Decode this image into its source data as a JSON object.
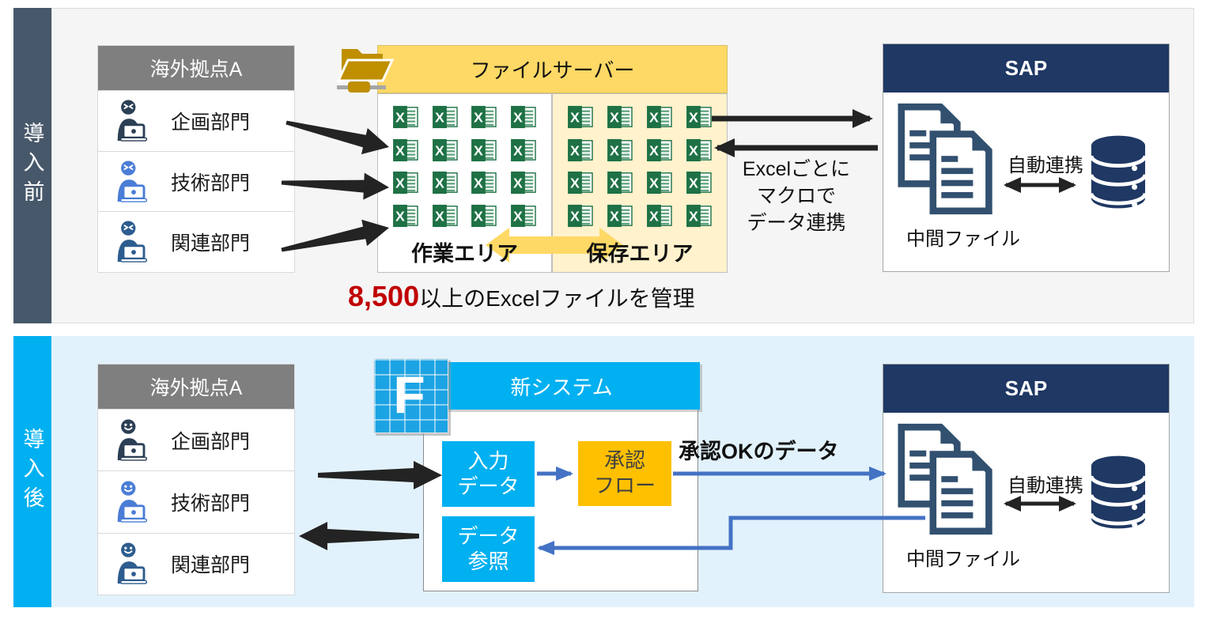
{
  "sections": {
    "before": {
      "label": "導入前",
      "site": {
        "title": "海外拠点A",
        "departments": [
          {
            "label": "企画部門"
          },
          {
            "label": "技術部門"
          },
          {
            "label": "関連部門"
          }
        ]
      },
      "file_server": {
        "title": "ファイルサーバー",
        "work_area_label": "作業エリア",
        "save_area_label": "保存エリア"
      },
      "caption": {
        "highlight": "8,500",
        "rest": "以上のExcelファイルを管理"
      },
      "macro_note": "Excelごとに\nマクロで\nデータ連携",
      "sap": {
        "title": "SAP",
        "file_label": "中間ファイル",
        "link_label": "自動連携"
      }
    },
    "after": {
      "label": "導入後",
      "site": {
        "title": "海外拠点A",
        "departments": [
          {
            "label": "企画部門"
          },
          {
            "label": "技術部門"
          },
          {
            "label": "関連部門"
          }
        ]
      },
      "system": {
        "title": "新システム",
        "logo_letter": "F",
        "input_label": "入力\nデータ",
        "approval_label": "承認\nフロー",
        "reference_label": "データ\n参照"
      },
      "approved_label": "承認OKのデータ",
      "sap": {
        "title": "SAP",
        "file_label": "中間ファイル",
        "link_label": "自動連携"
      }
    }
  },
  "colors": {
    "section_before_accent": "#47586B",
    "section_after_accent": "#00B0F0",
    "before_panel_bg": "#F5F5F6",
    "after_panel_bg": "#E2F2FC",
    "site_header_bg": "#7F7F7F",
    "file_server_header_bg": "#FFD966",
    "save_area_bg": "#FFF2CC",
    "excel_green": "#1E7145",
    "folder_gold": "#BF8F00",
    "sap_header_bg": "#1F3864",
    "doc_icon": "#32506F",
    "database_navy": "#1F3864",
    "system_cyan": "#00B0F0",
    "approval_amber": "#FFC000",
    "approval_text": "#404040",
    "blue_arrow": "#4472C4",
    "black_arrow": "#232323",
    "highlight_red": "#C00000",
    "person_planning": "#2B3F55",
    "person_technical": "#4A7DD6",
    "person_related": "#2D5C8F",
    "logo_blue": "#1CA3E3"
  }
}
